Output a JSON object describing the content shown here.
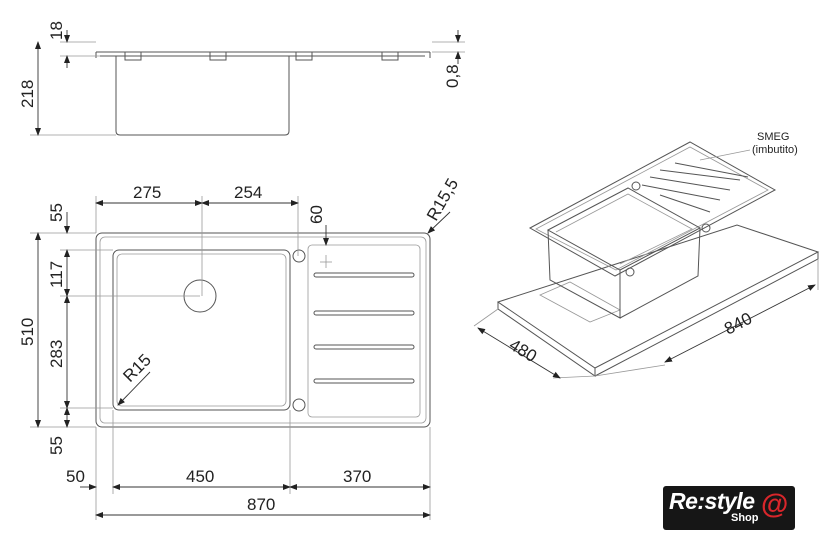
{
  "side_view": {
    "depth_total": "218",
    "rim_height": "18",
    "thickness": "0,8"
  },
  "plan_view": {
    "width_total": "870",
    "height_total": "510",
    "bowl_center_x": "275",
    "drainer_hole_x": "254",
    "drainer_hole_y": "60",
    "corner_radius": "R15,5",
    "bowl_radius": "R15",
    "top_margin": "55",
    "drain_y": "117",
    "bowl_lower": "283",
    "bottom_margin": "55",
    "left_margin": "50",
    "bowl_width": "450",
    "drainer_width": "370"
  },
  "iso_view": {
    "depth": "480",
    "width": "840",
    "brand_note": "SMEG",
    "brand_note_sub": "(imbutito)"
  },
  "logo": {
    "text": "Re:style",
    "sub": "Shop",
    "accent": "#d8262b"
  }
}
